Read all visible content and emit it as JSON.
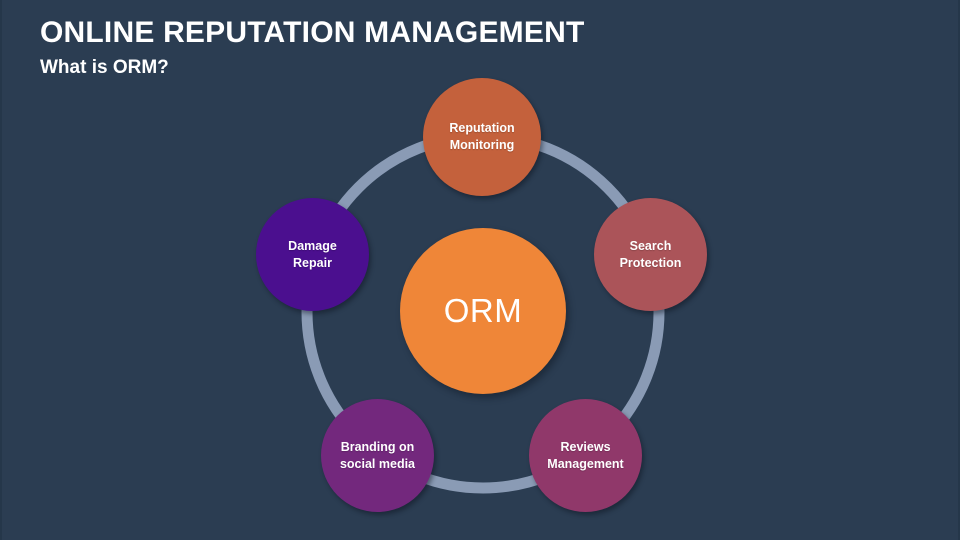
{
  "slide": {
    "title": "ONLINE REPUTATION MANAGEMENT",
    "subtitle": "What is ORM?",
    "background_color": "#2b3d52",
    "title_color": "#ffffff"
  },
  "diagram": {
    "type": "cycle",
    "ring_color": "#8a9bb5",
    "hub": {
      "label": "ORM",
      "color": "#ef8638",
      "text_color": "#ffffff"
    },
    "nodes": [
      {
        "id": "reputation-monitoring",
        "label": "Reputation\nMonitoring",
        "line1": "Reputation",
        "line2": "Monitoring",
        "color": "#c4613c",
        "position": "top"
      },
      {
        "id": "search-protection",
        "label": "Search\nProtection",
        "line1": "Search",
        "line2": "Protection",
        "color": "#ab5459",
        "position": "right"
      },
      {
        "id": "reviews-management",
        "label": "Reviews\nManagement",
        "line1": "Reviews",
        "line2": "Management",
        "color": "#90386a",
        "position": "bottom-right"
      },
      {
        "id": "branding-social-media",
        "label": "Branding on\nsocial media",
        "line1": "Branding on",
        "line2": "social media",
        "color": "#73287d",
        "position": "bottom-left"
      },
      {
        "id": "damage-repair",
        "label": "Damage\nRepair",
        "line1": "Damage",
        "line2": "Repair",
        "color": "#4b0f8f",
        "position": "left"
      }
    ]
  }
}
